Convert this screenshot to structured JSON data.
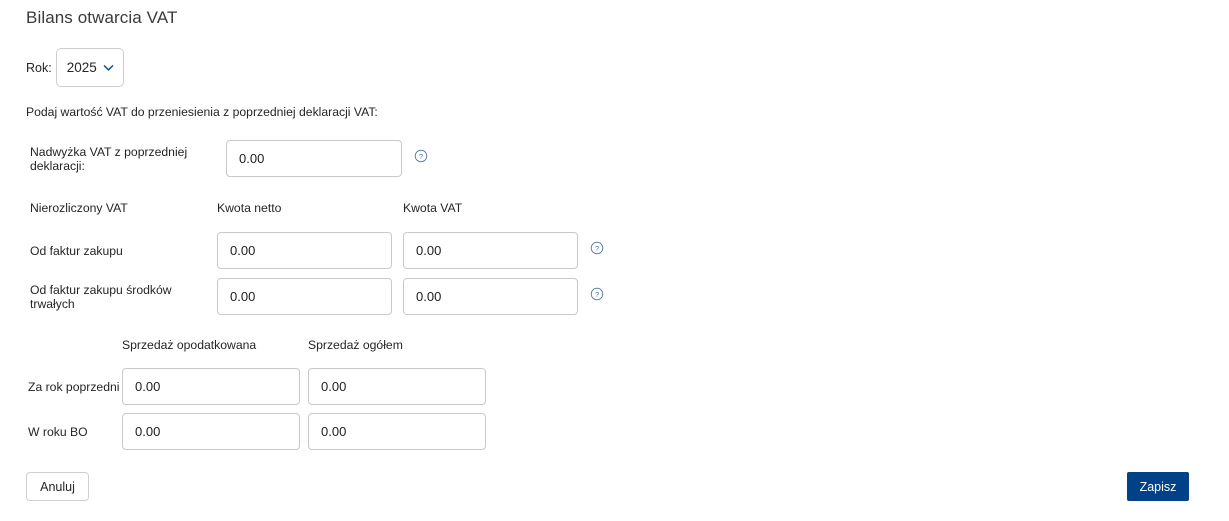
{
  "page": {
    "title": "Bilans otwarcia VAT",
    "intro": "Podaj wartość VAT do przeniesienia z poprzedniej deklaracji VAT:"
  },
  "year_field": {
    "label": "Rok:",
    "value": "2025",
    "options": [
      "2025"
    ],
    "chevron_icon": "chevron-down-icon",
    "chevron_color": "#1c4f8b"
  },
  "surplus_field": {
    "label": "Nadwyżka VAT z poprzedniej deklaracji:",
    "value": "0.00",
    "placeholder": "0.00",
    "help_icon": "help-circle-icon"
  },
  "unsettled_vat_table": {
    "headers": [
      "Nierozliczony VAT",
      "Kwota netto",
      "Kwota VAT"
    ],
    "rows": [
      {
        "label": "Od faktur zakupu",
        "net": "0.00",
        "vat": "0.00",
        "help_icon": "help-circle-icon"
      },
      {
        "label": "Od faktur zakupu środków trwałych",
        "net": "0.00",
        "vat": "0.00",
        "help_icon": "help-circle-icon"
      }
    ]
  },
  "sales_table": {
    "headers": [
      "",
      "Sprzedaż opodatkowana",
      "Sprzedaż ogółem"
    ],
    "rows": [
      {
        "label": "Za rok poprzedni",
        "taxed": "0.00",
        "total": "0.00"
      },
      {
        "label": "W roku BO",
        "taxed": "0.00",
        "total": "0.00"
      }
    ]
  },
  "footer": {
    "cancel_label": "Anuluj",
    "save_label": "Zapisz",
    "save_color": "#004187"
  },
  "colors": {
    "accent": "#004187",
    "icon_blue": "#4a6fa5",
    "border": "#c9c9c9",
    "text": "#252525"
  }
}
